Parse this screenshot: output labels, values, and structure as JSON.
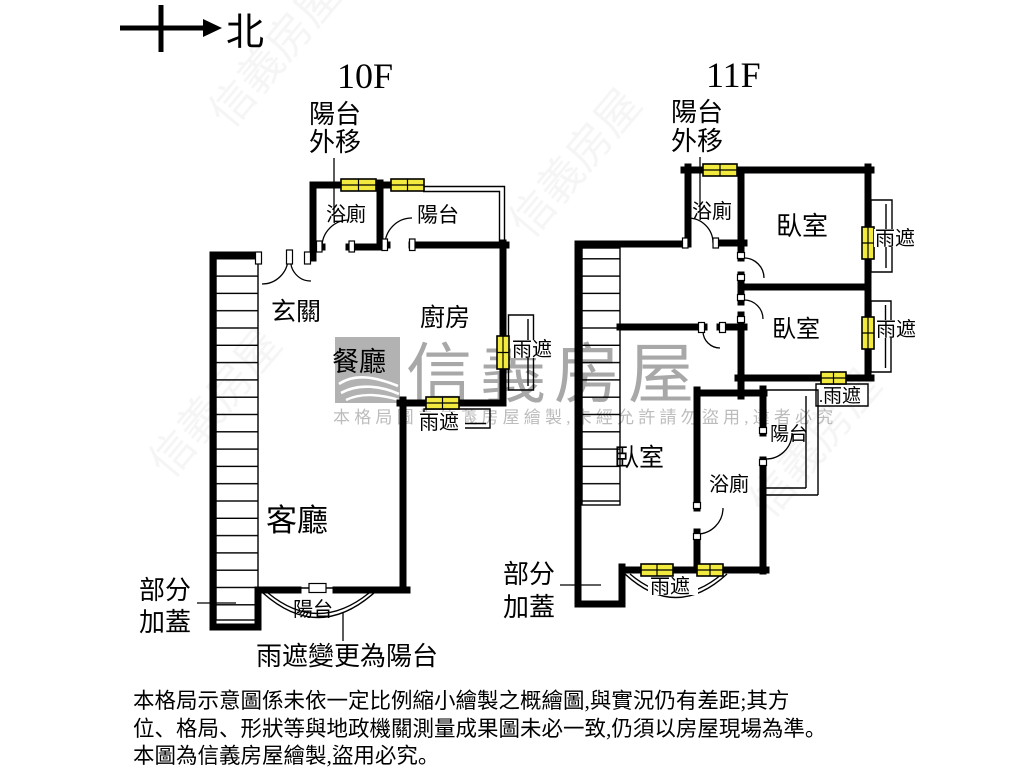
{
  "compass": {
    "north_label": "北"
  },
  "watermark": {
    "brand": "信義房屋",
    "notice": "本格局圖為信義房屋繪製,未經允許請勿盜用,違者必究"
  },
  "floor10": {
    "title": "10F",
    "balcony_moved_1": "陽台",
    "balcony_moved_2": "外移",
    "bath": "浴廁",
    "balcony_top": "陽台",
    "entry": "玄關",
    "kitchen": "廚房",
    "dining": "餐廳",
    "living": "客廳",
    "canopy_right": "雨遮",
    "canopy_bottom": "雨遮",
    "balcony_bottom": "陽台",
    "partial_cover_1": "部分",
    "partial_cover_2": "加蓋",
    "canopy_changed": "雨遮變更為陽台"
  },
  "floor11": {
    "title": "11F",
    "balcony_moved_1": "陽台",
    "balcony_moved_2": "外移",
    "bath_top": "浴廁",
    "bedroom_top": "臥室",
    "canopy_top_right": "雨遮",
    "bedroom_mid": "臥室",
    "canopy_mid_right": "雨遮",
    "canopy_below_bedroom": "雨遮",
    "balcony_right": "陽台",
    "bedroom_bottom": "臥室",
    "bath_bottom": "浴廁",
    "partial_cover_1": "部分",
    "partial_cover_2": "加蓋",
    "canopy_bottom": "雨遮"
  },
  "disclaimer": {
    "line1": "本格局示意圖係未依一定比例縮小繪製之概繪圖,與實況仍有差距;其方",
    "line2": "位、格局、形狀等與地政機關測量成果圖未必一致,仍須以房屋現場為準。",
    "line3": "本圖為信義房屋繪製,盜用必究。"
  },
  "colors": {
    "wall": "#000000",
    "window_fill": "#f2ea3e",
    "watermark_gray": "#a8a8a8"
  }
}
